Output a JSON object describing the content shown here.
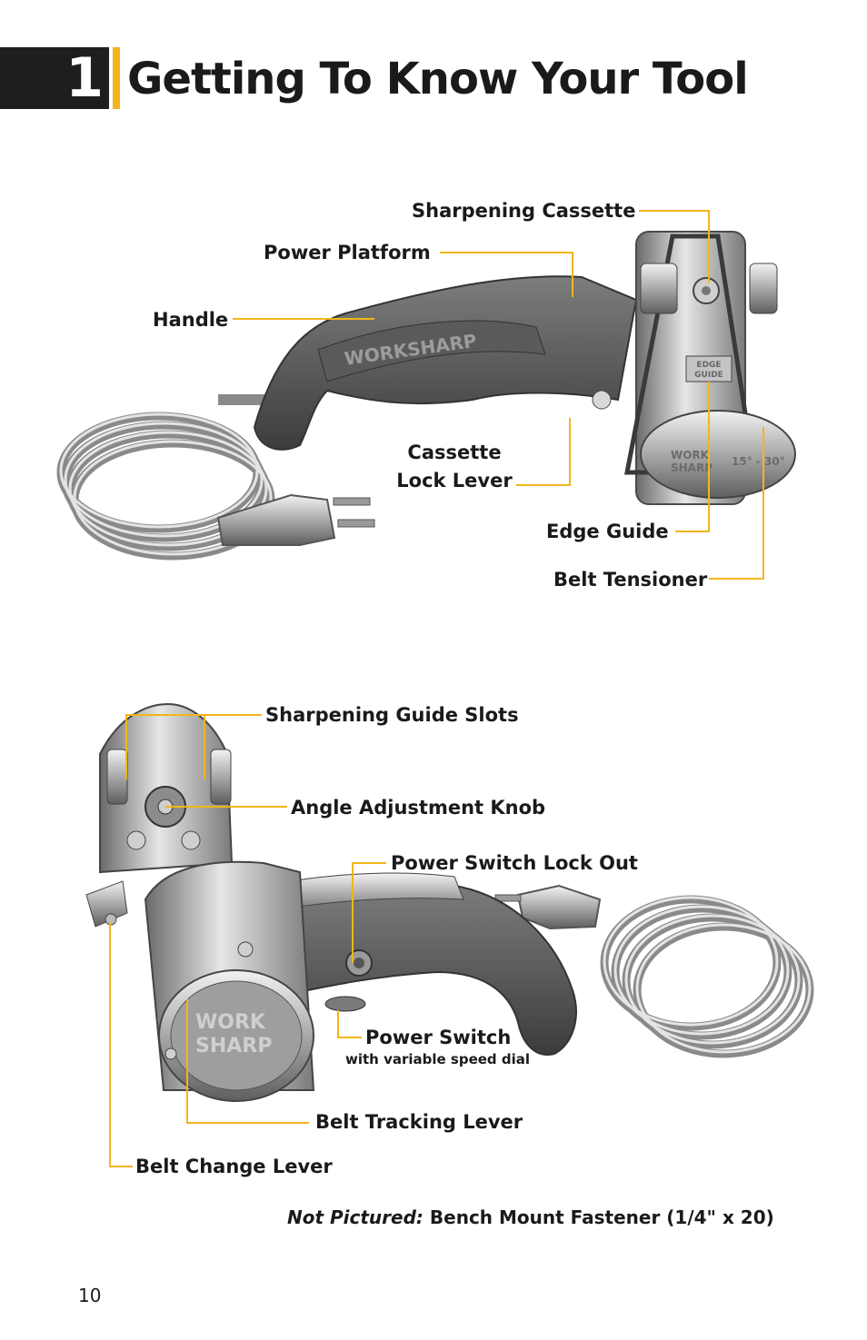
{
  "header": {
    "chapter_number": "1",
    "title": "Getting To Know Your Tool"
  },
  "figure_top": {
    "labels": {
      "sharpening_cassette": "Sharpening Cassette",
      "power_platform": "Power Platform",
      "handle": "Handle",
      "cassette_lock_lever_line1": "Cassette",
      "cassette_lock_lever_line2": "Lock Lever",
      "edge_guide": "Edge Guide",
      "belt_tensioner": "Belt Tensioner"
    },
    "product_markings": {
      "brand_handle": "WORKSHARP",
      "edge_guide_line1": "EDGE",
      "edge_guide_line2": "GUIDE",
      "brand_cassette_line1": "WORK",
      "brand_cassette_line2": "SHARP",
      "angle_range": "15° - 30°"
    }
  },
  "figure_bottom": {
    "labels": {
      "sharpening_guide_slots": "Sharpening Guide Slots",
      "angle_adjustment_knob": "Angle Adjustment Knob",
      "power_switch_lock_out": "Power Switch Lock Out",
      "power_switch": "Power Switch",
      "power_switch_sub": "with variable speed dial",
      "belt_tracking_lever": "Belt Tracking Lever",
      "belt_change_lever": "Belt Change Lever"
    },
    "product_markings": {
      "brand_line1": "WORK",
      "brand_line2": "SHARP"
    }
  },
  "footnote": {
    "prefix": "Not Pictured:",
    "text": "Bench Mount Fastener (1/4\" x 20)"
  },
  "page_number": "10",
  "colors": {
    "accent": "#f2b51d",
    "leader_line": "#f2b51d",
    "header_block": "#1e1e1e",
    "text": "#1a1a1a"
  }
}
